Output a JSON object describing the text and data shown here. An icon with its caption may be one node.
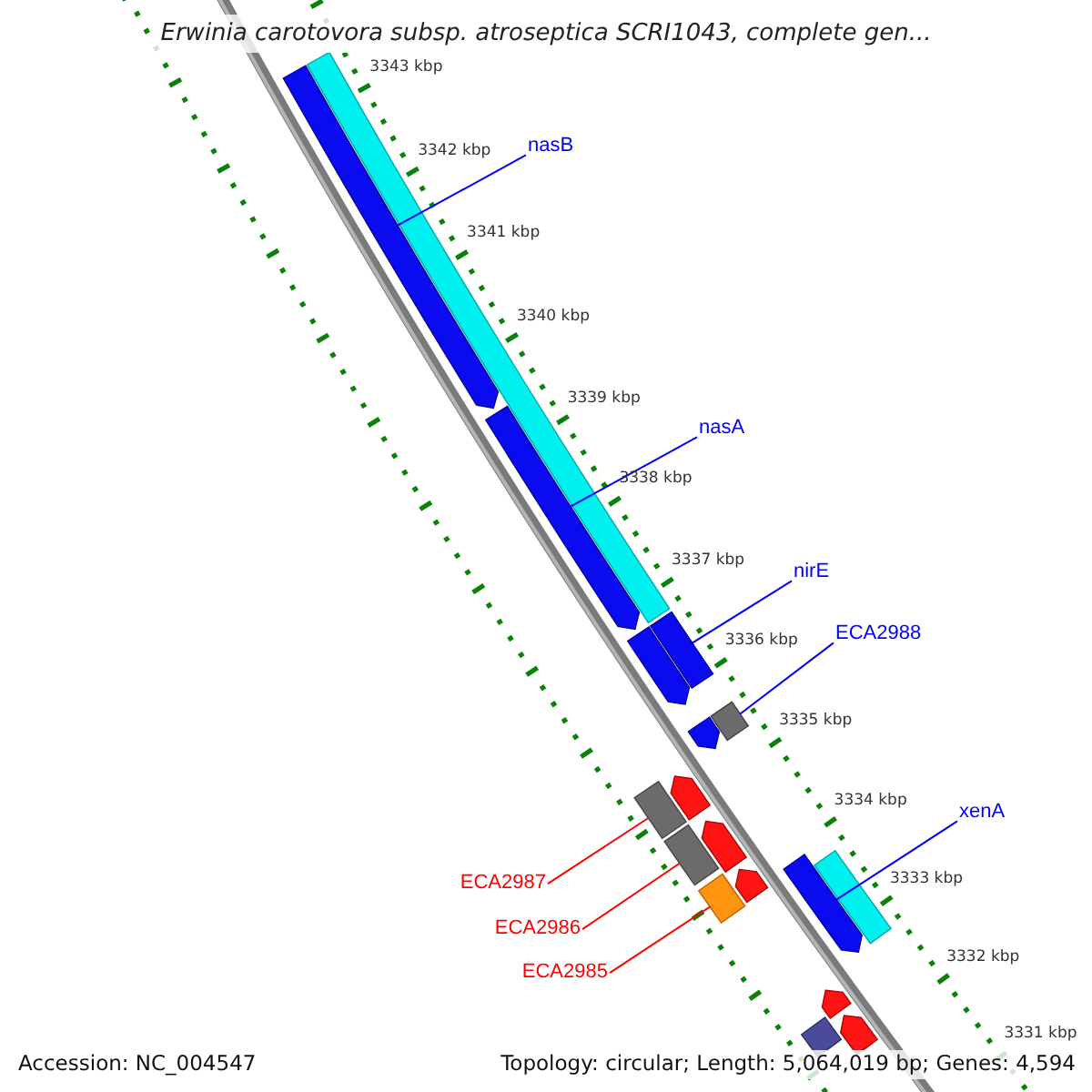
{
  "diagram": {
    "title": "Erwinia carotovora subsp. atroseptica SCRI1043, complete gen...",
    "nodes": [
      {
        "text": [
          "nasB"
        ]
      },
      {
        "text": [],
        "shape": "arrow"
      },
      {
        "text": [
          "nasA"
        ]
      },
      {
        "text": [],
        "shape": "arrow"
      },
      {
        "text": [
          "nirE"
        ]
      },
      {
        "text": [],
        "shape": "bar"
      },
      {
        "text": [
          "ECA2988"
        ]
      },
      {
        "text": [],
        "shape": "bar"
      },
      {
        "text": [
          "xenA"
        ]
      },
      {
        "text": [],
        "shape": "arrow"
      },
      {
        "text": [
          "ECA2987"
        ]
      },
      {
        "text": [],
        "shape": "bar"
      },
      {
        "text": [
          "ECA2986"
        ]
      },
      {
        "text": [],
        "shape": "bar"
      },
      {
        "text": [
          "ECA2985"
        ]
      },
      {
        "text": [],
        "shape": "bar"
      },
      {
        "text": [],
        "shape": "bar"
      },
      {
        "text": [],
        "shape": "arrow"
      },
      {
        "text": [],
        "shape": "arrow"
      },
      {
        "text": [],
        "shape": "bar"
      },
      {
        "text": [],
        "shape": "arrow"
      },
      {
        "text": [],
        "shape": "arrow"
      },
      {
        "text": [],
        "shape": "arrow"
      },
      {
        "text": [],
        "shape": "arrow"
      },
      {
        "text": [],
        "shape": "arrow"
      },
      {
        "text": [],
        "shape": "bar"
      }
    ],
    "edges": [
      {
        "from": 0,
        "to": 1,
        "arrow": "none"
      },
      {
        "from": 2,
        "to": 3,
        "arrow": "none"
      },
      {
        "from": 4,
        "to": 5,
        "arrow": "none"
      },
      {
        "from": 6,
        "to": 7,
        "arrow": "none"
      },
      {
        "from": 8,
        "to": 9,
        "arrow": "none"
      },
      {
        "from": 10,
        "to": 11,
        "arrow": "none",
        "color": "#ff0000"
      },
      {
        "from": 12,
        "to": 13,
        "arrow": "none",
        "color": "#ff0000"
      },
      {
        "from": 14,
        "to": 15,
        "arrow": "none",
        "color": "#ff0000"
      }
    ],
    "labels": [
      "3343 kbp",
      "3342 kbp",
      "3341 kbp",
      "3340 kbp",
      "3339 kbp",
      "3338 kbp",
      "3337 kbp",
      "3336 kbp",
      "3335 kbp",
      "3334 kbp",
      "3333 kbp",
      "3332 kbp",
      "3331 kbp",
      "Accession: NC_004547",
      "Topology: circular; Length: 5,064,019 bp; Genes: 4,594"
    ]
  }
}
